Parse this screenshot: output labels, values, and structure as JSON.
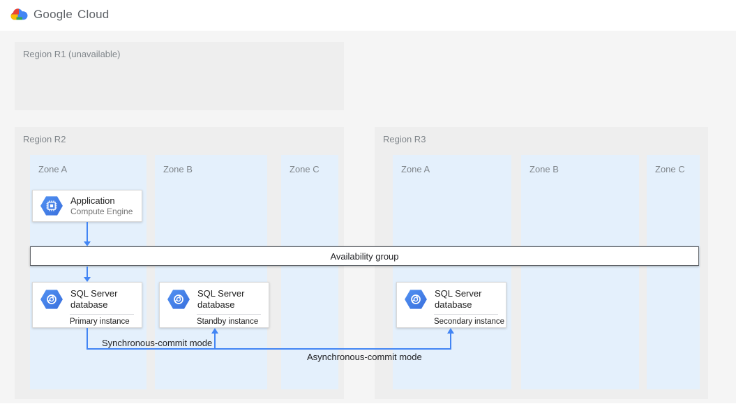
{
  "header": {
    "logo_google": "Google",
    "logo_cloud": "Cloud"
  },
  "regions": [
    {
      "label": "Region R1 (unavailable)",
      "zones": []
    },
    {
      "label": "Region R2",
      "zones": [
        "Zone A",
        "Zone B",
        "Zone C"
      ]
    },
    {
      "label": "Region R3",
      "zones": [
        "Zone A",
        "Zone B",
        "Zone C"
      ]
    }
  ],
  "cards": {
    "application": {
      "title": "Application",
      "subtitle": "Compute Engine"
    },
    "primary": {
      "title": "SQL Server database",
      "instance": "Primary instance"
    },
    "standby": {
      "title": "SQL Server database",
      "instance": "Standby instance"
    },
    "secondary": {
      "title": "SQL Server database",
      "instance": "Secondary instance"
    }
  },
  "availability_group": {
    "label": "Availability group"
  },
  "edges": {
    "sync_label": "Synchronous-commit mode",
    "async_label": "Asynchronous-commit mode"
  },
  "icons": {
    "logo": "google-cloud-logo",
    "application": "compute-engine-hexagon-icon",
    "database": "sql-server-hexagon-icon"
  },
  "colors": {
    "arrow": "#4285f4",
    "hexagon": "#4285f4",
    "zone_bg": "#e4f0fc",
    "region_bg": "#eeeeee",
    "canvas_bg": "#f5f5f5",
    "google_blue": "#4285f4",
    "google_red": "#ea4335",
    "google_yellow": "#fbbc05",
    "google_green": "#34a853"
  }
}
